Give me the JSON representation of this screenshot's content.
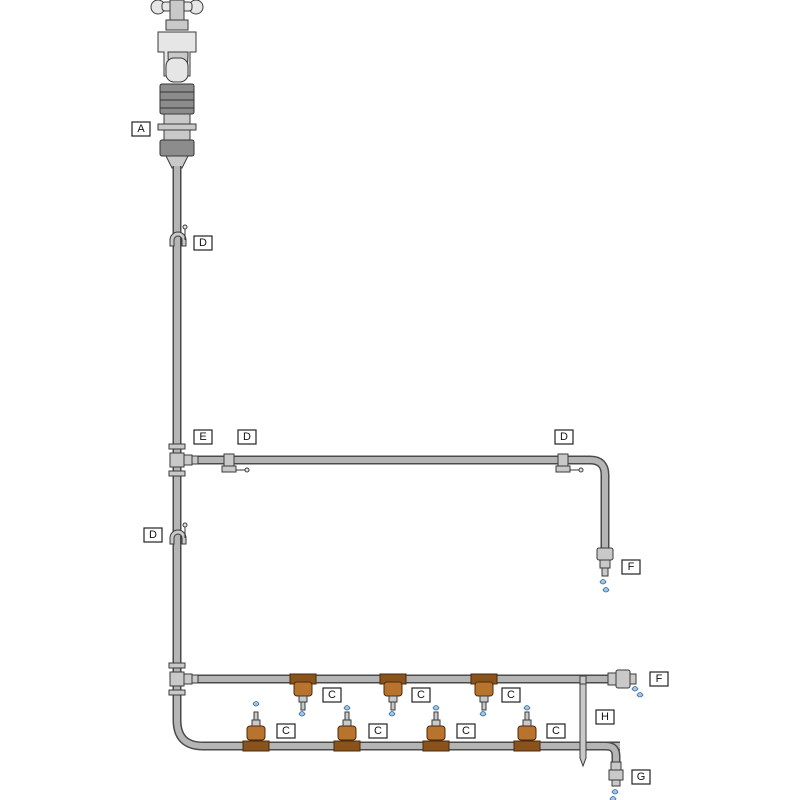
{
  "labels": {
    "A": "A",
    "C": "C",
    "D": "D",
    "E": "E",
    "F": "F",
    "G": "G",
    "H": "H"
  },
  "colors": {
    "pipe_outline": "#4a4a4a",
    "pipe_fill": "#b5b5b5",
    "dripper": "#b8732c",
    "water": "#9ec7ea",
    "fitting": "#c9c9c9"
  }
}
